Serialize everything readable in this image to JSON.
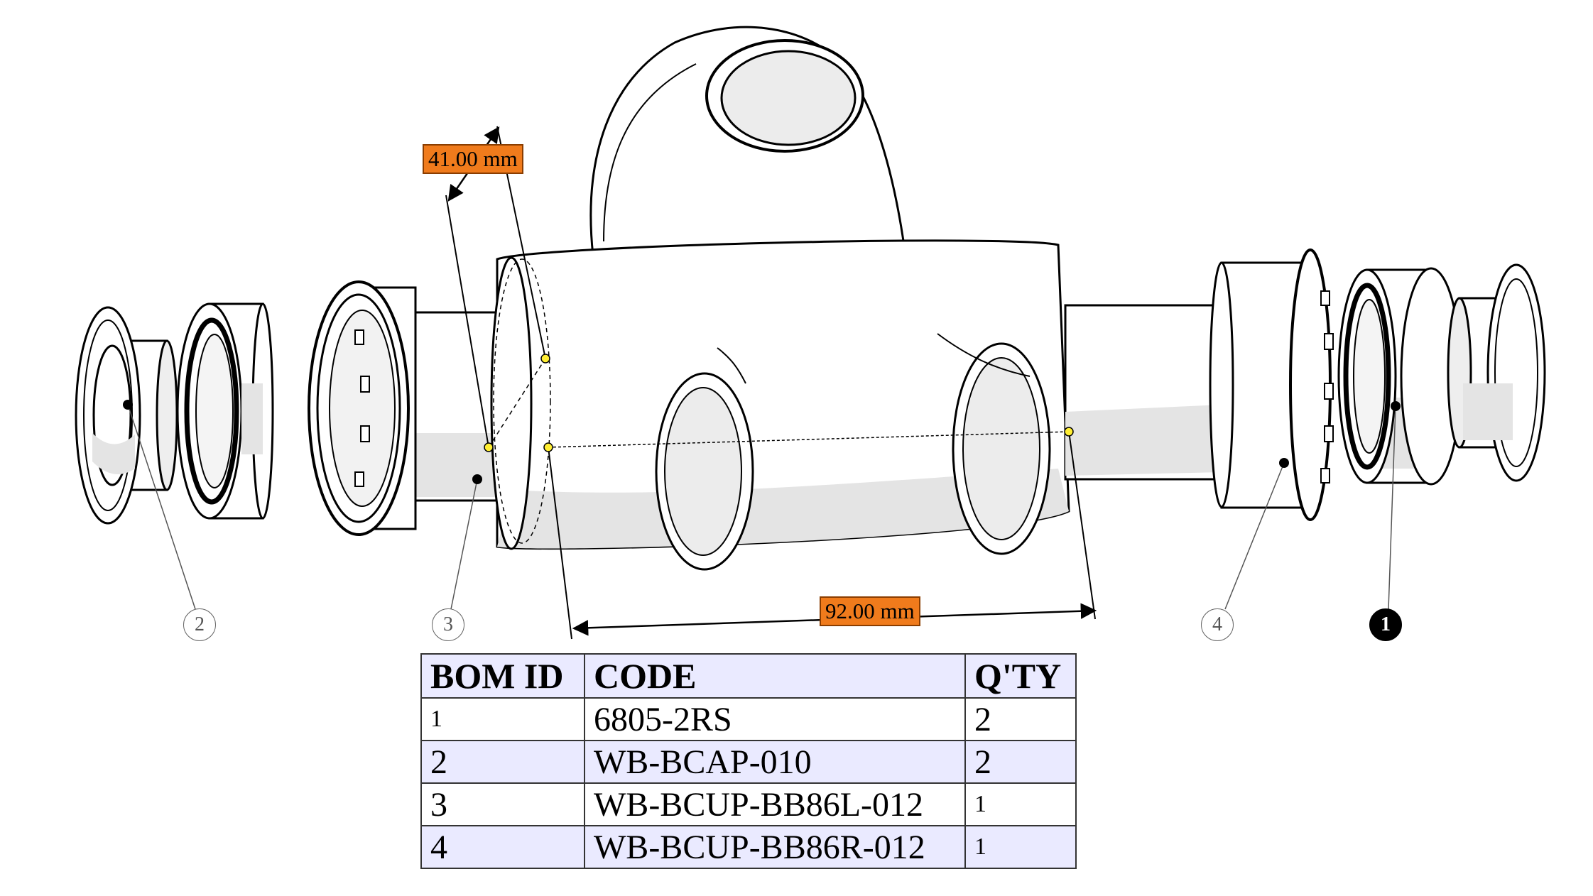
{
  "dimensions": {
    "diameter_label": "41.00 mm",
    "length_label": "92.00 mm"
  },
  "balloons": [
    {
      "id": "2",
      "filled": false
    },
    {
      "id": "3",
      "filled": false
    },
    {
      "id": "4",
      "filled": false
    },
    {
      "id": "1",
      "filled": true
    }
  ],
  "bom": {
    "headers": [
      "BOM ID",
      "CODE",
      "Q'TY"
    ],
    "rows": [
      {
        "id": "1",
        "code": "6805-2RS",
        "qty": "2"
      },
      {
        "id": "2",
        "code": "WB-BCAP-010",
        "qty": "2"
      },
      {
        "id": "3",
        "code": "WB-BCUP-BB86L-012",
        "qty": "1"
      },
      {
        "id": "4",
        "code": "WB-BCUP-BB86R-012",
        "qty": "1"
      }
    ]
  },
  "colors": {
    "dimension_label_bg": "#f07b1c",
    "table_header_bg": "#eaeaff",
    "shade": "#e4e4e4",
    "snap_point": "#ffee33"
  }
}
